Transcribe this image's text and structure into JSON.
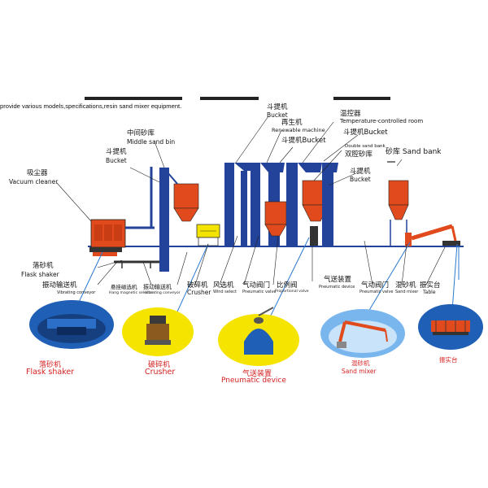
{
  "header": {
    "text": "provide various models,specifications,resin sand mixer equipment."
  },
  "labels": {
    "vacuum_cn": "吸尘器",
    "vacuum_en": "Vacuum cleaner",
    "middle_bin_cn": "中间砂库",
    "middle_bin_en": "Middle sand bin",
    "bucket1_cn": "斗提机",
    "bucket1_en": "Bucket",
    "bucket2_cn": "斗提机",
    "bucket2_en": "Bucket",
    "renewable_cn": "再生机",
    "renewable_en": "Renewable machine",
    "bucket3_cn": "斗提机Bucket",
    "temp_cn": "温控器",
    "temp_en": "Temperature-controlled room",
    "bucket4_cn": "斗提机Bucket",
    "double_en": "Double sand bank",
    "double_cn": "双腔砂库",
    "sand_bank": "砂库 Sand bank",
    "bucket5_cn": "斗提机",
    "bucket5_en": "Bucket",
    "flask_shaker_cn": "落砂机",
    "flask_shaker_en": "Flask shaker",
    "vibrating_cn": "振动输送机",
    "vibrating_en": "Vibrating conveyor",
    "magnetic_cn": "悬挂磁选机",
    "magnetic_en": "Hang magnetic selector",
    "vibrating2_cn": "振动输送机",
    "vibrating2_en": "Vibrating conveyor",
    "crusher_cn": "破碎机",
    "crusher_en": "Crusher",
    "wind_cn": "风选机",
    "wind_en": "Wind select",
    "pvalve_cn": "气动阀门",
    "pvalve_en": "Pneumatic valve",
    "prop_cn": "比例阀",
    "prop_en": "Proportional valve",
    "pdevice_cn": "气送装置",
    "pdevice_en": "Pneumatic device",
    "pvalve2_cn": "气动阀门",
    "pvalve2_en": "Pneumatic valve",
    "mixer_cn": "混砂机",
    "mixer_en": "Sand mixer",
    "table_cn": "振实台",
    "table_en": "Table"
  },
  "photo_captions": [
    {
      "cn": "落砂机",
      "en": "Flask shaker"
    },
    {
      "cn": "破碎机",
      "en": "Crusher"
    },
    {
      "cn": "气送装置",
      "en": "Pneumatic device"
    },
    {
      "cn": "混砂机",
      "en": "Sand mixer"
    },
    {
      "cn": "振实台",
      "en": ""
    }
  ],
  "colors": {
    "equipment_orange": "#e04a1c",
    "column_blue": "#23439b",
    "photo_yellow": "#f5e400",
    "photo_blue": "#1f5fb5",
    "pointer_blue": "#2a78d0",
    "caption_red": "#d41f1f"
  }
}
